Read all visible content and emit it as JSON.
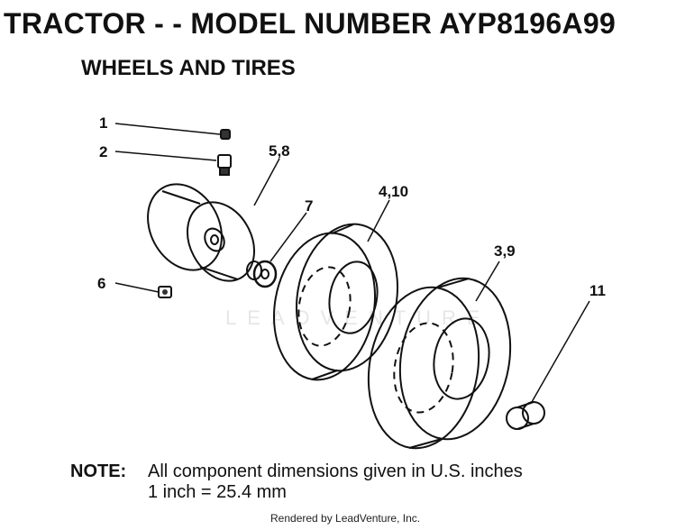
{
  "header": {
    "title": "TRACTOR - - MODEL NUMBER AYP8196A99",
    "subtitle": "WHEELS AND TIRES"
  },
  "callouts": [
    {
      "id": "callout-1",
      "label": "1"
    },
    {
      "id": "callout-2",
      "label": "2"
    },
    {
      "id": "callout-5-8",
      "label": "5,8"
    },
    {
      "id": "callout-7",
      "label": "7"
    },
    {
      "id": "callout-4-10",
      "label": "4,10"
    },
    {
      "id": "callout-3-9",
      "label": "3,9"
    },
    {
      "id": "callout-6",
      "label": "6"
    },
    {
      "id": "callout-11",
      "label": "11"
    }
  ],
  "watermark": "LEADVENTURE",
  "note": {
    "label": "NOTE:",
    "line1": "All component dimensions given in U.S. inches",
    "line2": "1 inch = 25.4 mm"
  },
  "footer": "Rendered by LeadVenture, Inc."
}
